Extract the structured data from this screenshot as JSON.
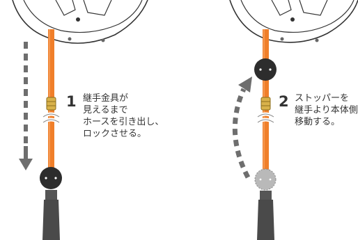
{
  "steps": [
    {
      "number": "1",
      "lines": [
        "継手金具が",
        "見えるまで",
        "ホースを引き出し、",
        "ロックさせる。"
      ]
    },
    {
      "number": "2",
      "lines": [
        "ストッパーを",
        "継手より本体側へ",
        "移動する。"
      ]
    }
  ],
  "colors": {
    "hose": "#f07f2a",
    "stopper": "#2d2d2d",
    "stopper_ghost": "#b9b9b9",
    "arrow": "#6e6e6e",
    "fitting": "#d9b24a",
    "reel_outline": "#333333",
    "grip": "#4a4a4a"
  },
  "icons": [
    "hose-reel-icon",
    "hose-fitting-icon",
    "stopper-icon",
    "pull-down-arrow-icon",
    "move-up-arrow-icon",
    "hose-grip-icon"
  ]
}
